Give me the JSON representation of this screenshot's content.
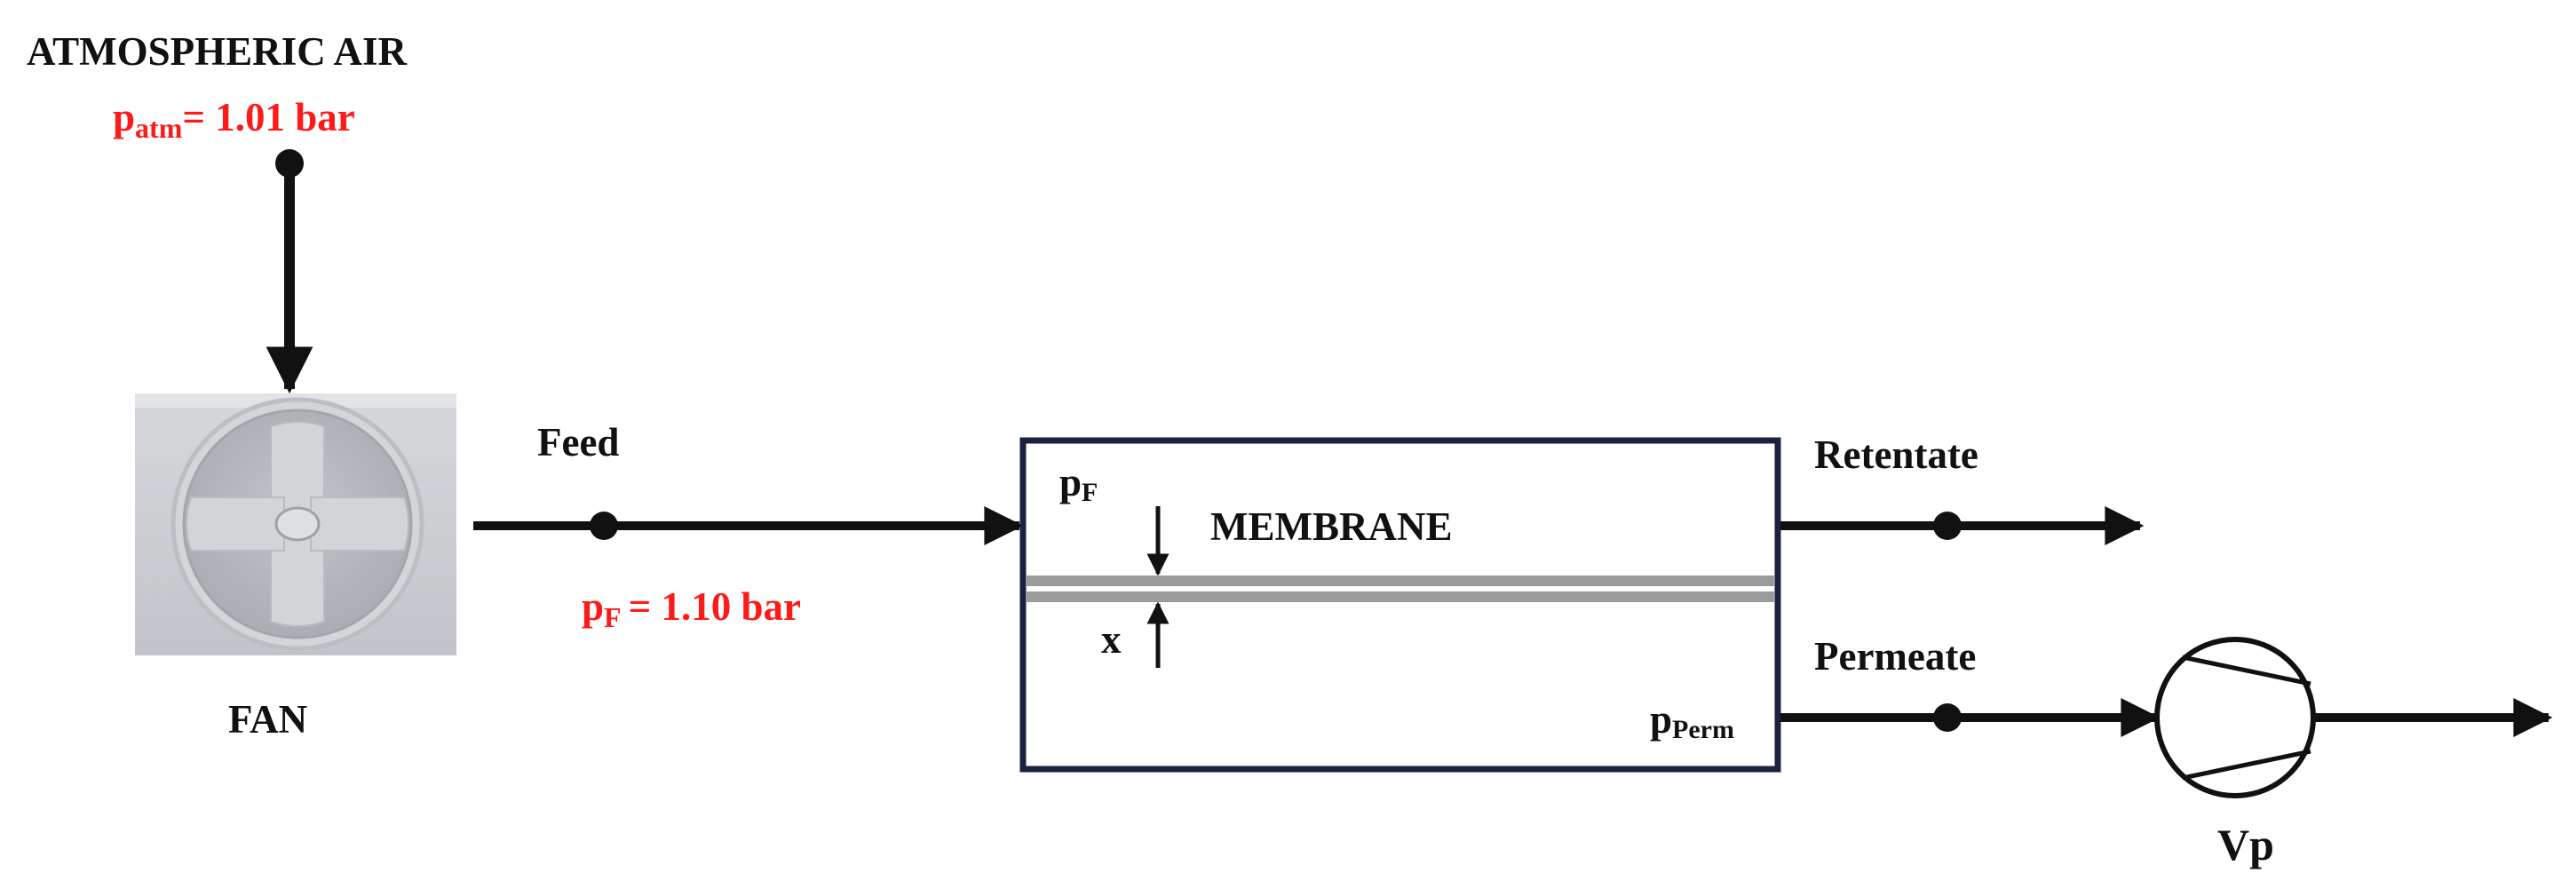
{
  "source": {
    "name": "ATMOSPHERIC AIR",
    "pressure_symbol": "p",
    "pressure_subscript": "atm",
    "pressure_value": "= 1.01 bar"
  },
  "fan": {
    "label": "FAN"
  },
  "feed": {
    "label": "Feed",
    "pressure_symbol": "p",
    "pressure_subscript": "F",
    "pressure_value": "= 1.10 bar"
  },
  "membrane": {
    "label": "MEMBRANE",
    "feed_pressure_symbol": "p",
    "feed_pressure_subscript": "F",
    "thickness_label": "x",
    "perm_pressure_symbol": "p",
    "perm_pressure_subscript": "Perm"
  },
  "retentate": {
    "label": "Retentate"
  },
  "permeate": {
    "label": "Permeate"
  },
  "pump": {
    "label": "Vp"
  },
  "colors": {
    "line": "#111111",
    "highlight": "#ff1a1a",
    "membrane_border": "#1b2140",
    "membrane_layer": "#9a9c9c",
    "fan_body": "#c9cbd0",
    "fan_disc": "#b3b5ba"
  },
  "icons": [
    "fan-icon",
    "vacuum-pump-icon",
    "arrow-icon"
  ]
}
